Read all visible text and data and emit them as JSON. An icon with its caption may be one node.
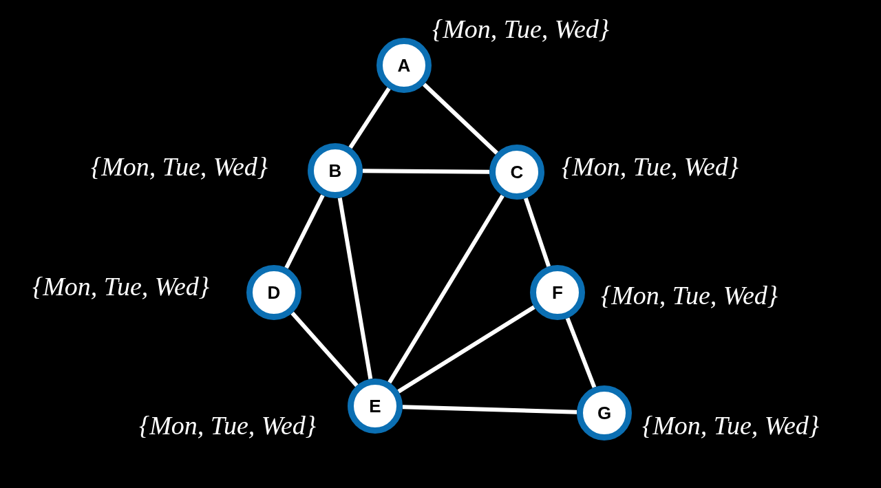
{
  "diagram": {
    "nodes": [
      {
        "text": [
          "A"
        ],
        "beside": [
          "{Mon, Tue, Wed}"
        ]
      },
      {
        "text": [
          "B"
        ],
        "beside": [
          "{Mon, Tue, Wed}"
        ]
      },
      {
        "text": [
          "C"
        ],
        "beside": [
          "{Mon, Tue, Wed}"
        ]
      },
      {
        "text": [
          "D"
        ],
        "beside": [
          "{Mon, Tue, Wed}"
        ]
      },
      {
        "text": [
          "F"
        ],
        "beside": [
          "{Mon, Tue, Wed}"
        ]
      },
      {
        "text": [
          "E"
        ],
        "beside": [
          "{Mon, Tue, Wed}"
        ]
      },
      {
        "text": [
          "G"
        ],
        "beside": [
          "{Mon, Tue, Wed}"
        ]
      }
    ],
    "edges": [
      {
        "from": 0,
        "to": 1,
        "arrow": "none"
      },
      {
        "from": 0,
        "to": 2,
        "arrow": "none"
      },
      {
        "from": 1,
        "to": 2,
        "arrow": "none"
      },
      {
        "from": 1,
        "to": 3,
        "arrow": "none"
      },
      {
        "from": 1,
        "to": 5,
        "arrow": "none"
      },
      {
        "from": 2,
        "to": 5,
        "arrow": "none"
      },
      {
        "from": 2,
        "to": 4,
        "arrow": "none"
      },
      {
        "from": 3,
        "to": 5,
        "arrow": "none"
      },
      {
        "from": 5,
        "to": 4,
        "arrow": "none"
      },
      {
        "from": 5,
        "to": 6,
        "arrow": "none"
      },
      {
        "from": 4,
        "to": 6,
        "arrow": "none"
      }
    ]
  }
}
